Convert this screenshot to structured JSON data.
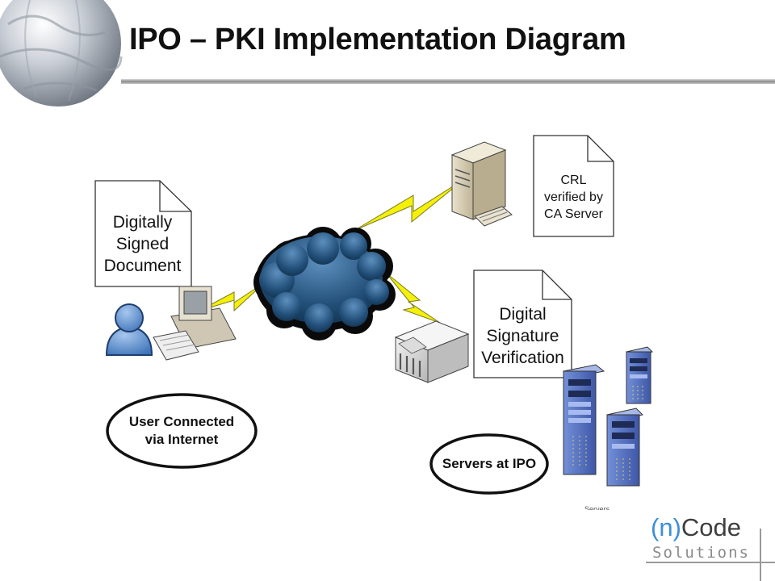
{
  "slide": {
    "title": "IPO – PKI Implementation Diagram"
  },
  "documents": {
    "signed_doc": [
      "Digitally",
      "Signed",
      "Document"
    ],
    "crl_doc": [
      "CRL",
      "verified by",
      "CA Server"
    ],
    "verification_doc": [
      "Digital",
      "Signature",
      "Verification"
    ]
  },
  "ovals": {
    "user": [
      "User Connected",
      "via Internet"
    ],
    "servers": "Servers at IPO"
  },
  "captions": {
    "servers_small": "Servers"
  },
  "logo": {
    "paren_open": "(",
    "letter": "n",
    "paren_close": ")",
    "word": "Code",
    "sub": "Solutions"
  },
  "icons": {
    "globe": "globe-icon",
    "cloud": "internet-cloud-icon",
    "user": "user-icon",
    "workstation": "desktop-computer-icon",
    "ca_server": "ca-server-icon",
    "bank": "bank-building-icon",
    "rack_servers": "server-rack-icon",
    "lightning": "lightning-link-icon"
  },
  "colors": {
    "title": "#111111",
    "cloud": "#1f4a70",
    "lightning": "#f4f00a",
    "user": "#5b8fd1",
    "rack": "#5572c4",
    "logo_blue": "#3a8fd8",
    "logo_gray": "#8a8a8a"
  }
}
